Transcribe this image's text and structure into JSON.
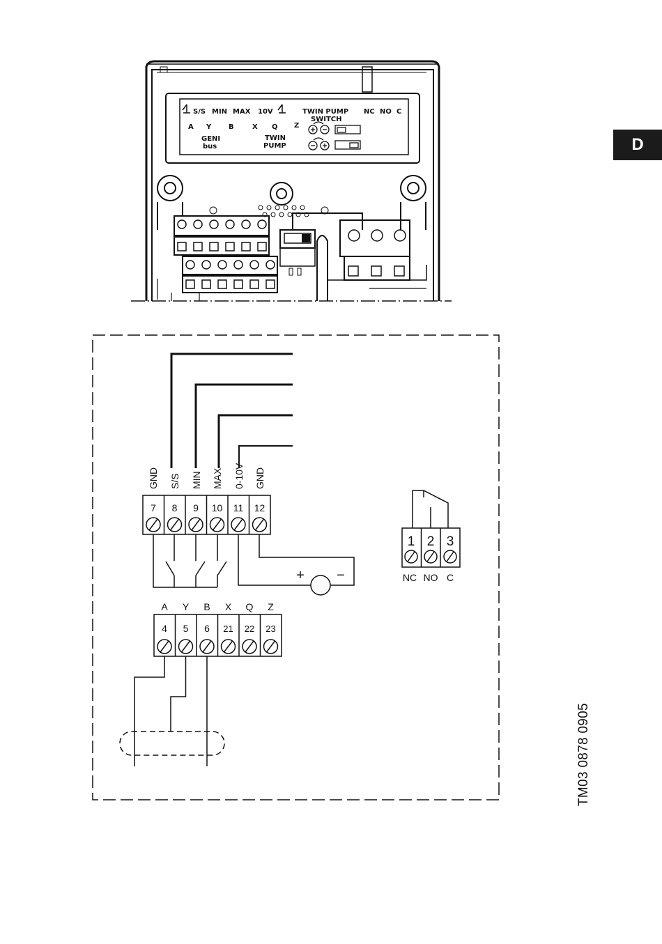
{
  "side_tab": "D",
  "drawing_code": "TM03 0878 0905",
  "panel": {
    "row1": [
      "S/S",
      "MIN",
      "MAX",
      "10V",
      "TWIN PUMP",
      "NC",
      "NO",
      "C"
    ],
    "row2": [
      "A",
      "Y",
      "B",
      "X",
      "Q",
      "Z"
    ],
    "switch_label": "SWITCH",
    "geni_line1": "GENI",
    "geni_line2": "bus",
    "twin_line1": "TWIN",
    "twin_line2": "PUMP"
  },
  "terminal_block_upper": {
    "signal_labels": [
      "GND",
      "S/S",
      "MIN",
      "MAX",
      "0-10V",
      "GND"
    ],
    "numbers": [
      "7",
      "8",
      "9",
      "10",
      "11",
      "12"
    ]
  },
  "terminal_block_lower": {
    "letters": [
      "A",
      "Y",
      "B",
      "X",
      "Q",
      "Z"
    ],
    "numbers": [
      "4",
      "5",
      "6",
      "21",
      "22",
      "23"
    ]
  },
  "relay_block": {
    "numbers": [
      "1",
      "2",
      "3"
    ],
    "labels": [
      "NC",
      "NO",
      "C"
    ]
  },
  "meter": {
    "plus": "+",
    "minus": "−"
  }
}
